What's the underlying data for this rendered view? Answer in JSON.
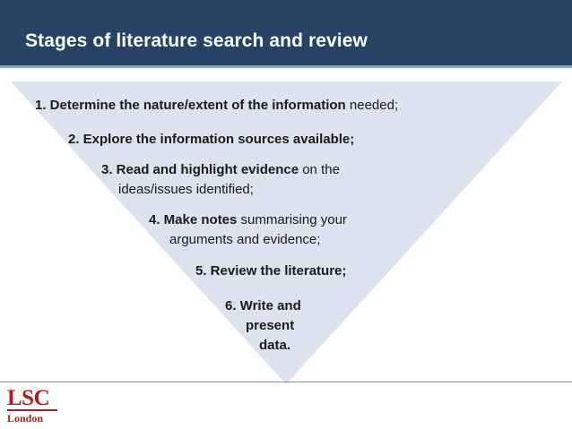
{
  "title": "Stages of literature search and review",
  "colors": {
    "title_bar": "#284266",
    "funnel_fill": "#dbe3ee",
    "logo_red": "#b31b1b"
  },
  "steps": [
    {
      "bold": "1. Determine the nature/extent of the information",
      "rest": " needed;"
    },
    {
      "bold": "2. Explore the information sources available;",
      "rest": ""
    },
    {
      "bold": "3. Read and highlight evidence",
      "rest": " on the",
      "cont": "ideas/issues identified;"
    },
    {
      "bold": "4. Make notes",
      "rest": " summarising your",
      "cont": "arguments and evidence;"
    },
    {
      "bold": "5. Review the literature;",
      "rest": ""
    },
    {
      "lines": [
        "6. Write and",
        "present",
        "data."
      ]
    }
  ],
  "logo": {
    "main": "LSC",
    "sub": "London"
  }
}
